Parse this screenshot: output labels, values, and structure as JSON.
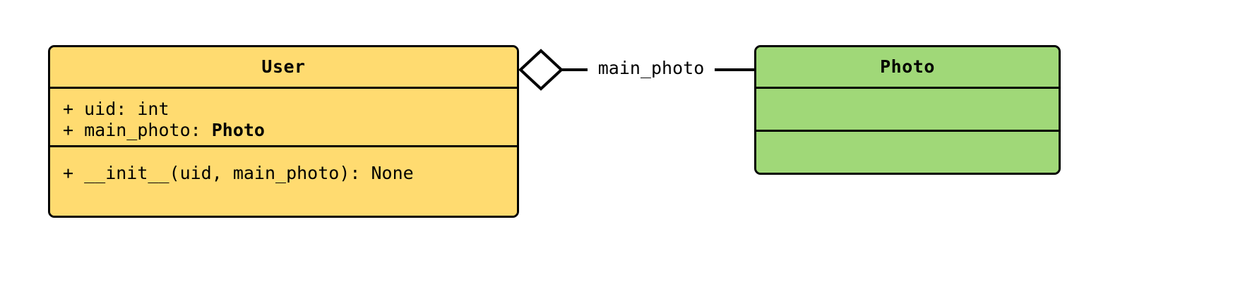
{
  "diagram": {
    "type": "uml-class-diagram",
    "background_color": "#ffffff",
    "line_color": "#000000",
    "classes": [
      {
        "id": "user",
        "name": "User",
        "fill_color": "#ffdb70",
        "attributes": [
          {
            "visibility": "+",
            "text": "+ uid: int"
          },
          {
            "visibility": "+",
            "prefix": "+ main_photo: ",
            "type": "Photo",
            "text": "+ main_photo: Photo"
          }
        ],
        "methods": [
          {
            "visibility": "+",
            "text": "+ __init__(uid, main_photo): None"
          }
        ]
      },
      {
        "id": "photo",
        "name": "Photo",
        "fill_color": "#a0d878",
        "attributes": [],
        "methods": []
      }
    ],
    "relationships": [
      {
        "id": "main-photo",
        "kind": "aggregation",
        "marker": "hollow-diamond",
        "from": "User",
        "to": "Photo",
        "label": "main_photo"
      }
    ]
  }
}
